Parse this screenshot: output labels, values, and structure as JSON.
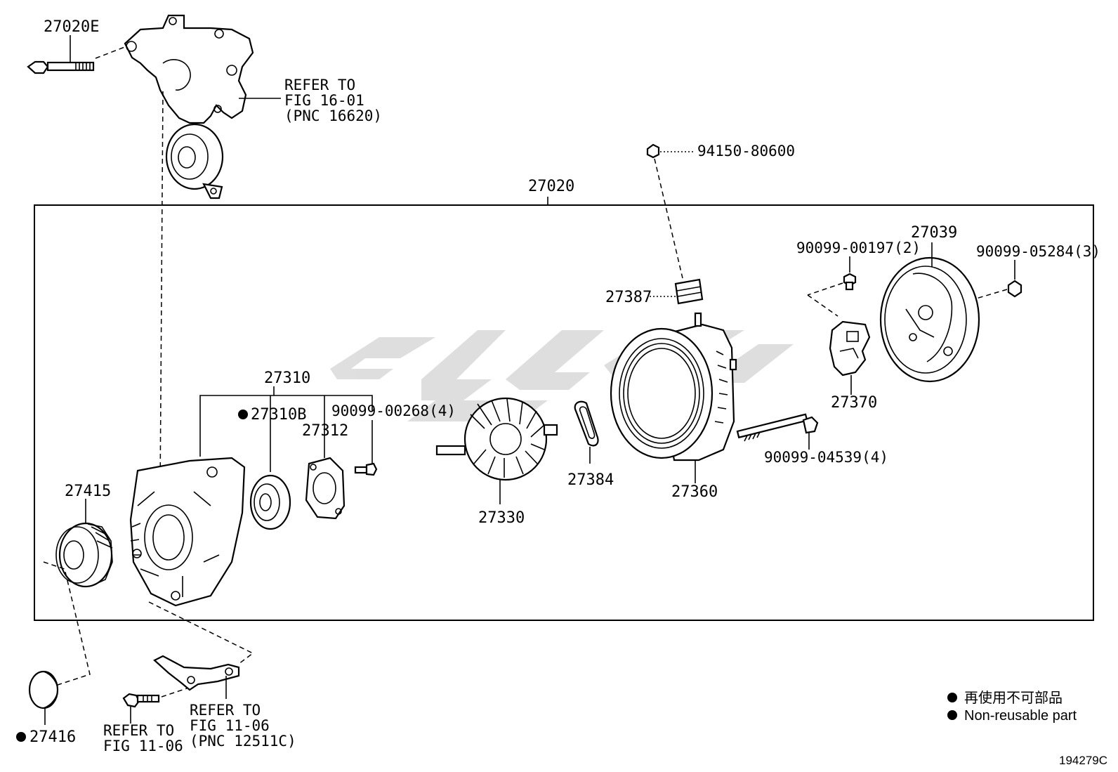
{
  "diagram": {
    "labels": {
      "p27020E": "27020E",
      "refer1_line1": "REFER TO",
      "refer1_line2": "FIG 16-01",
      "refer1_line3": "(PNC 16620)",
      "p94150": "94150-80600",
      "p27020": "27020",
      "p90099_00197": "90099-00197(2)",
      "p27039": "27039",
      "p90099_05284": "90099-05284(3)",
      "p27387": "27387",
      "p27370": "27370",
      "p27310": "27310",
      "p27310B": "27310B",
      "p90099_00268": "90099-00268(4)",
      "p27312": "27312",
      "p90099_04539": "90099-04539(4)",
      "p27415": "27415",
      "p27384": "27384",
      "p27360": "27360",
      "p27330": "27330",
      "p27416": "27416",
      "refer2_line1": "REFER TO",
      "refer2_line2": "FIG 11-06",
      "refer3_line1": "REFER TO",
      "refer3_line2": "FIG 11-06",
      "refer3_line3": "(PNC 12511C)"
    },
    "legend": {
      "line1": "再使用不可部品",
      "line2": "Non-reusable part"
    },
    "figure_code": "194279C"
  }
}
